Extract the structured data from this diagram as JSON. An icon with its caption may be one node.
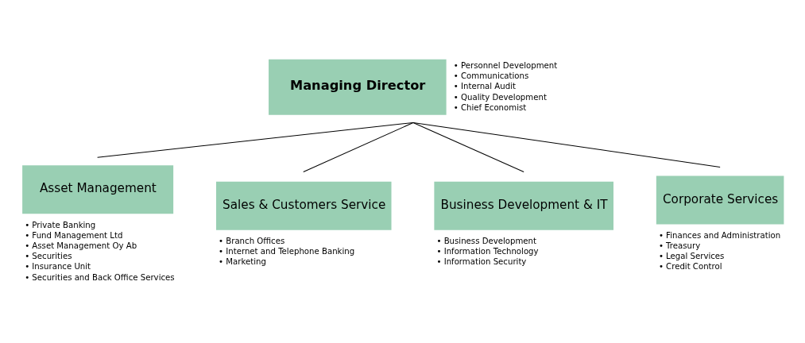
{
  "diagram": {
    "nodes": [
      {
        "text": [
          "Managing Director"
        ],
        "beside": [
          "• Personnel Development",
          "• Communications",
          "• Internal Audit",
          "• Quality Development",
          "• Chief Economist"
        ]
      },
      {
        "text": [
          "Asset Management"
        ],
        "beside": [
          "• Private Banking",
          "• Fund Management Ltd",
          "• Asset Management Oy Ab",
          "• Securities",
          "• Insurance Unit",
          "• Securities and Back Office Services"
        ]
      },
      {
        "text": [
          "Sales & Customers Service"
        ],
        "beside": [
          "• Branch Offices",
          "• Internet and Telephone Banking",
          "• Marketing"
        ]
      },
      {
        "text": [
          "Business Development & IT"
        ],
        "beside": [
          "• Business Development",
          "• Information Technology",
          "• Information Security"
        ]
      },
      {
        "text": [
          "Corporate Services"
        ],
        "beside": [
          "• Finances and Administration",
          "• Treasury",
          "• Legal Services",
          "• Credit Control"
        ]
      }
    ],
    "edges": [
      {
        "from": 0,
        "to": 1,
        "arrow": "none"
      },
      {
        "from": 0,
        "to": 2,
        "arrow": "none"
      },
      {
        "from": 0,
        "to": 3,
        "arrow": "none"
      },
      {
        "from": 0,
        "to": 4,
        "arrow": "none"
      }
    ]
  }
}
